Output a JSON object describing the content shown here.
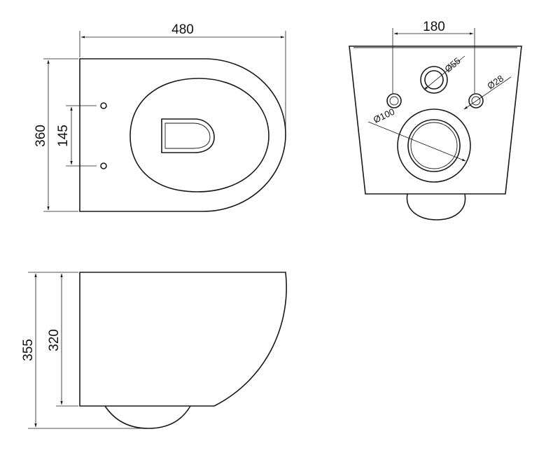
{
  "top_view": {
    "width_label": "480",
    "depth_label": "360",
    "fixing_spacing_label": "145"
  },
  "rear_view": {
    "fixing_spacing_label": "180",
    "water_inlet_label": "Ø55",
    "fixing_hole_label": "Ø28",
    "outlet_label": "Ø100"
  },
  "side_view": {
    "total_height_label": "355",
    "bowl_height_label": "320"
  }
}
